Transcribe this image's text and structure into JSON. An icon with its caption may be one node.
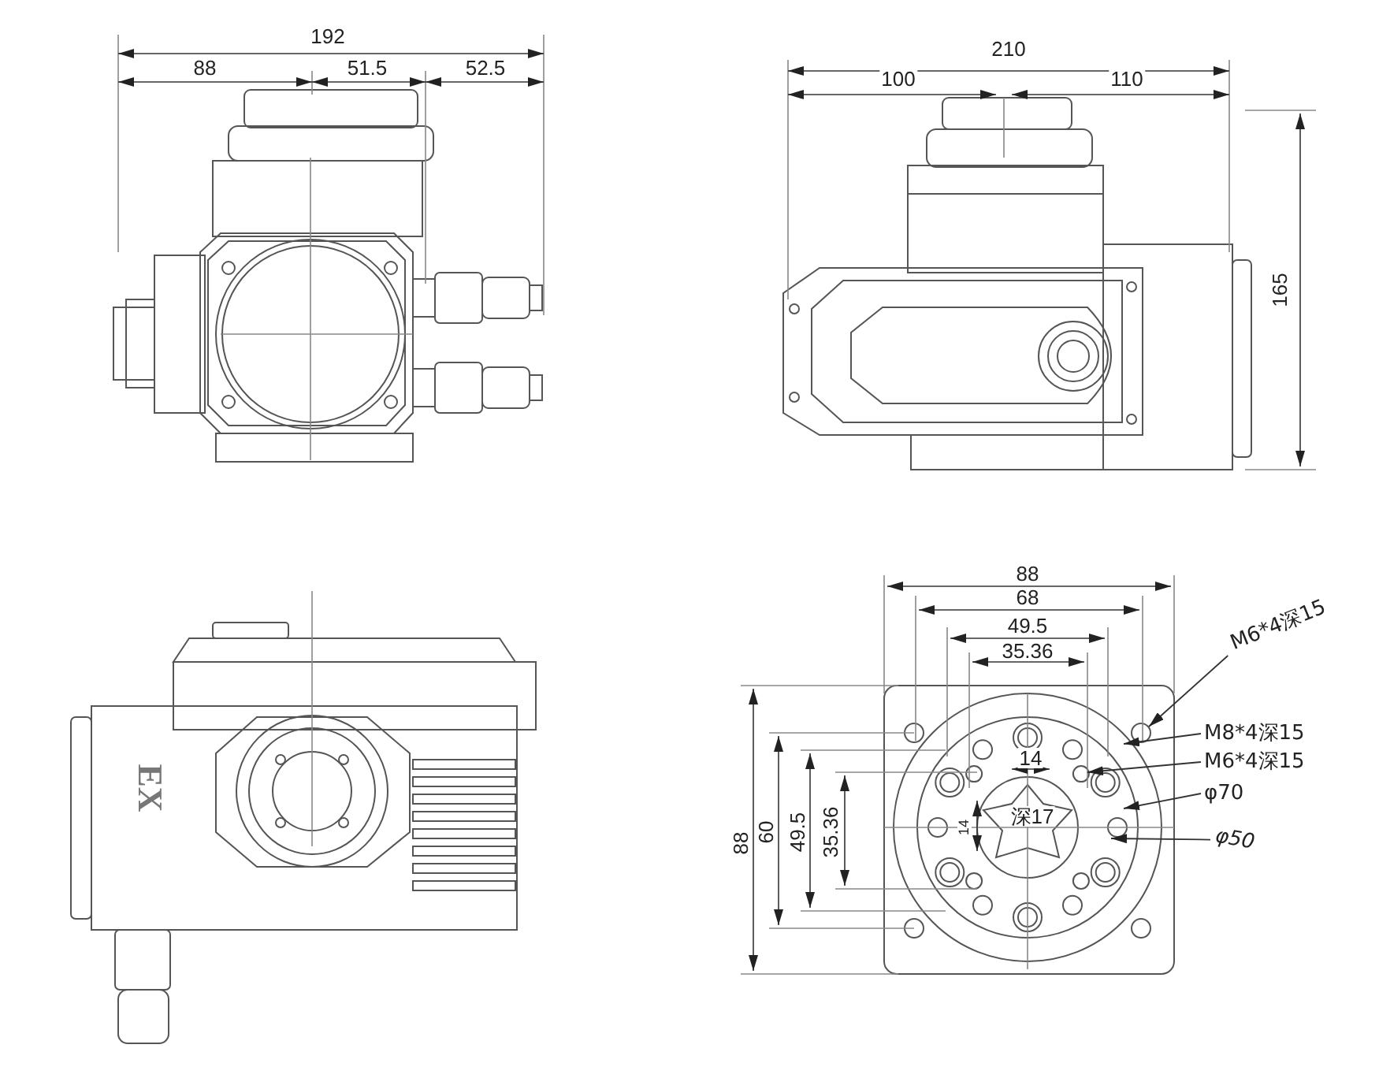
{
  "diagram": {
    "nodes": [
      {
        "text": [
          "M6*4深15"
        ]
      },
      {
        "text": [
          "M8*4深15"
        ]
      },
      {
        "text": [
          "M6*4深15"
        ]
      },
      {
        "text": [
          "φ70"
        ]
      },
      {
        "text": [
          "φ50"
        ]
      }
    ],
    "edges": [
      {
        "from": 0,
        "to": null,
        "arrow": "to"
      },
      {
        "from": 1,
        "to": null,
        "arrow": "to"
      },
      {
        "from": 2,
        "to": null,
        "arrow": "to"
      },
      {
        "from": 3,
        "to": null,
        "arrow": "to"
      },
      {
        "from": 4,
        "to": null,
        "arrow": "to"
      }
    ],
    "labels": [
      "192",
      "88",
      "51.5",
      "52.5",
      "210",
      "100",
      "110",
      "165",
      "EX",
      "88",
      "68",
      "49.5",
      "35.36",
      "14",
      "深17",
      "14",
      "88",
      "60",
      "49.5",
      "35.36"
    ]
  }
}
